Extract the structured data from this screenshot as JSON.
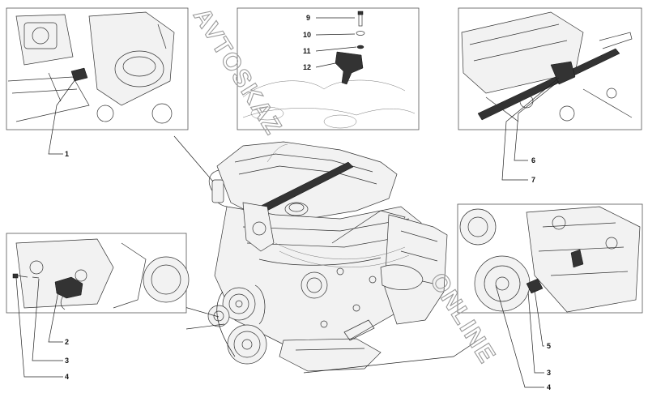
{
  "watermark": {
    "text_upper": "AVTOSKAZ",
    "text_lower": "ONLINE"
  },
  "insets": {
    "top_left": {
      "callouts": [
        "1"
      ]
    },
    "top_center": {
      "callouts": [
        "9",
        "10",
        "11",
        "12"
      ]
    },
    "top_right": {
      "callouts": [
        "6",
        "7"
      ]
    },
    "bottom_left": {
      "callouts": [
        "2",
        "3",
        "4"
      ]
    },
    "bottom_right": {
      "callouts": [
        "5",
        "3",
        "4"
      ]
    }
  },
  "colors": {
    "line": "#333333",
    "frame": "#555555",
    "watermark": "#9a9a9a",
    "background": "#ffffff"
  }
}
